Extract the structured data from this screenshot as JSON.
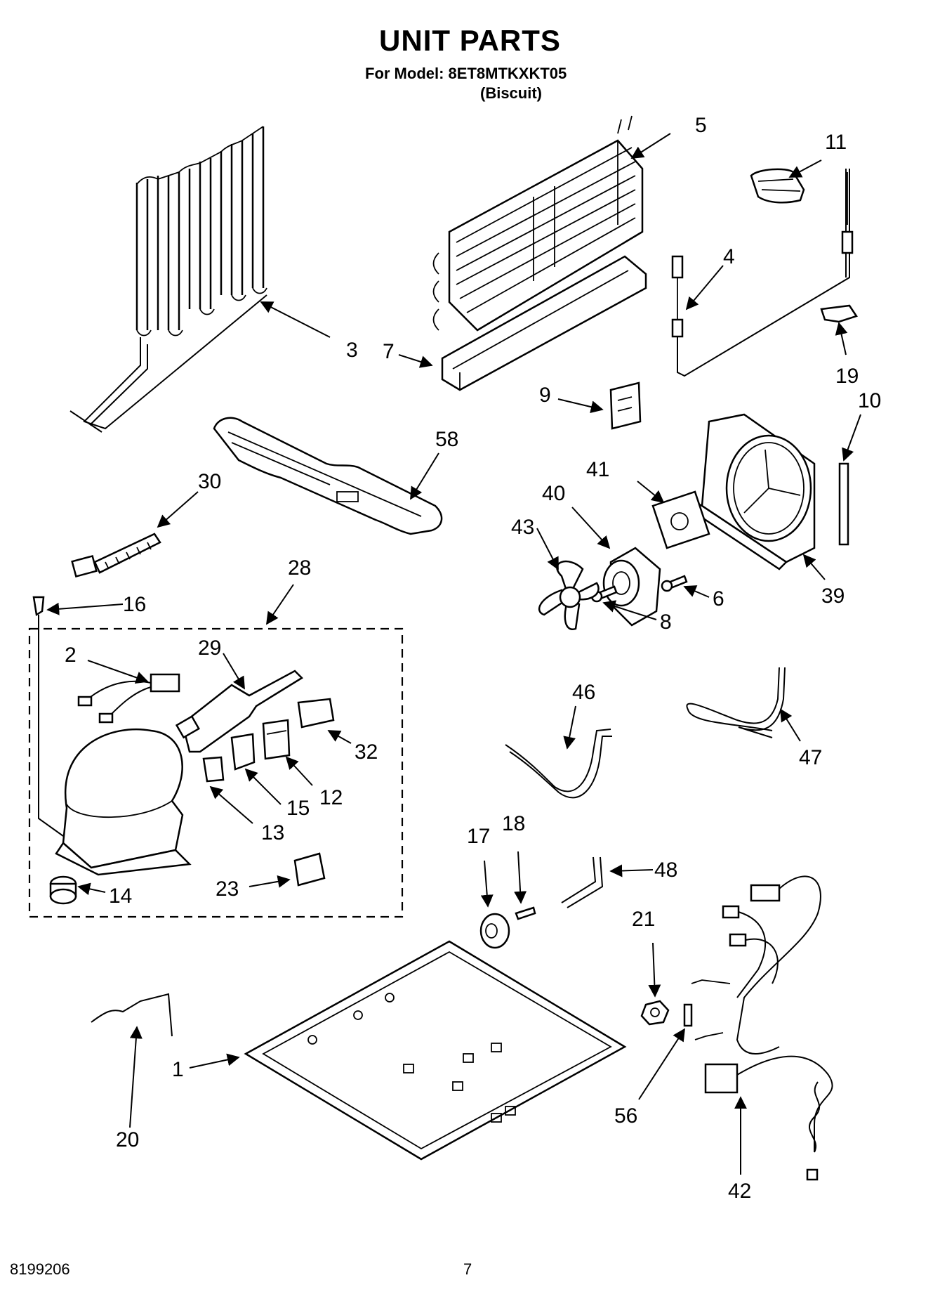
{
  "header": {
    "title": "UNIT PARTS",
    "model_line": "For Model: 8ET8MTKXKT05",
    "variant": "(Biscuit)"
  },
  "footer": {
    "doc_number": "8199206",
    "page_number": "7"
  },
  "callouts": [
    "1",
    "2",
    "3",
    "4",
    "5",
    "6",
    "7",
    "8",
    "9",
    "10",
    "11",
    "12",
    "13",
    "14",
    "15",
    "16",
    "17",
    "18",
    "19",
    "20",
    "21",
    "23",
    "28",
    "29",
    "30",
    "32",
    "39",
    "40",
    "41",
    "42",
    "43",
    "46",
    "47",
    "48",
    "56",
    "58"
  ]
}
